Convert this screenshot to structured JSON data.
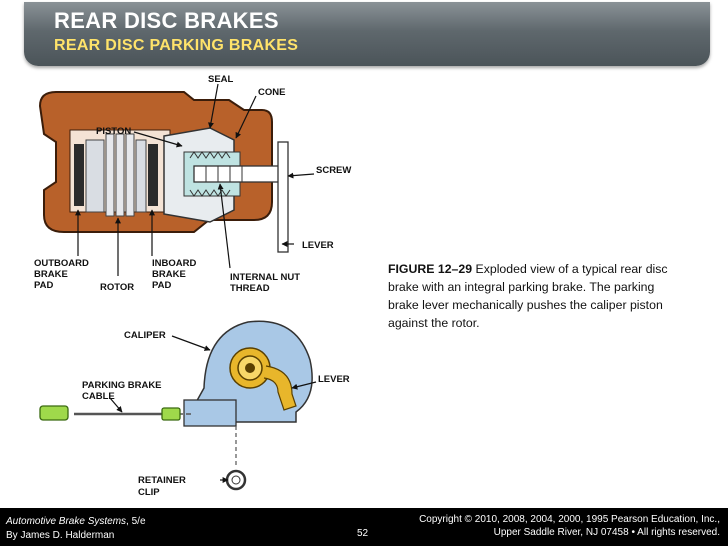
{
  "header": {
    "title": "REAR DISC BRAKES",
    "subtitle": "REAR DISC PARKING BRAKES"
  },
  "figure": {
    "labels": {
      "seal": "SEAL",
      "cone": "CONE",
      "piston": "PISTON",
      "screw": "SCREW",
      "lever_top": "LEVER",
      "outboard_1": "OUTBOARD",
      "outboard_2": "BRAKE",
      "outboard_3": "PAD",
      "rotor": "ROTOR",
      "inboard_1": "INBOARD",
      "inboard_2": "BRAKE",
      "inboard_3": "PAD",
      "nut_1": "INTERNAL NUT",
      "nut_2": "THREAD",
      "caliper": "CALIPER",
      "lever_bottom": "LEVER",
      "cable_1": "PARKING BRAKE",
      "cable_2": "CABLE",
      "clip_1": "RETAINER",
      "clip_2": "CLIP"
    },
    "caption_number": "FIGURE 12–29",
    "caption_text": "Exploded view of a typical rear disc brake with an integral parking brake. The parking brake lever mechanically pushes the caliper piston against the rotor."
  },
  "footer": {
    "book_title": "Automotive Brake Systems",
    "edition": ", 5/e",
    "author": "By James D. Halderman",
    "page_number": "52",
    "copyright": "Copyright © 2010, 2008, 2004, 2000, 1995 Pearson Education, Inc.,",
    "publisher": "Upper Saddle River, NJ 07458 • All rights reserved."
  },
  "colors": {
    "banner": "#5f686d",
    "subtitle": "#ffe36a",
    "caliper_housing": "#b8612a",
    "lever_body": "#a9c8e6",
    "spring_gold": "#e8b62b",
    "cable_green": "#9fd94b",
    "footer_bg": "#000000"
  }
}
